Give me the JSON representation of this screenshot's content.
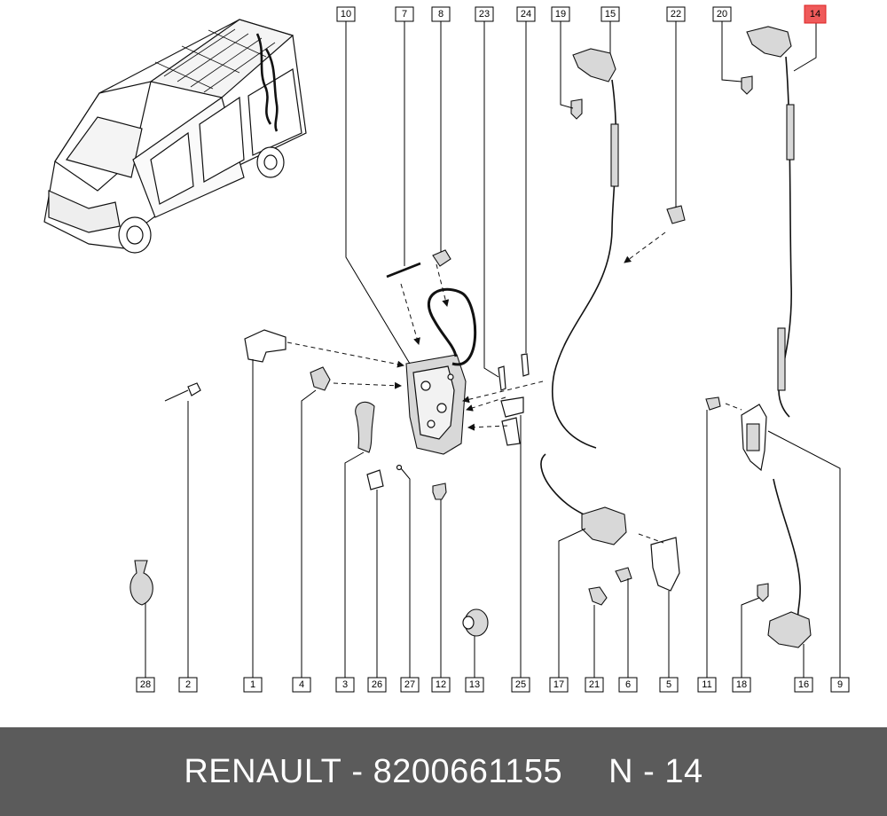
{
  "footer": {
    "brand": "RENAULT",
    "separator": " - ",
    "part_number": "8200661155",
    "ref_prefix": "N - ",
    "ref_number": "14"
  },
  "highlight_color": "#ef5a5a",
  "callouts_top": [
    "10",
    "7",
    "8",
    "23",
    "24",
    "19",
    "15",
    "22",
    "20",
    "14"
  ],
  "callouts_bottom": [
    "28",
    "2",
    "1",
    "4",
    "3",
    "26",
    "27",
    "12",
    "13",
    "25",
    "17",
    "21",
    "6",
    "5",
    "11",
    "18",
    "16",
    "9"
  ],
  "highlighted_callout": "14"
}
